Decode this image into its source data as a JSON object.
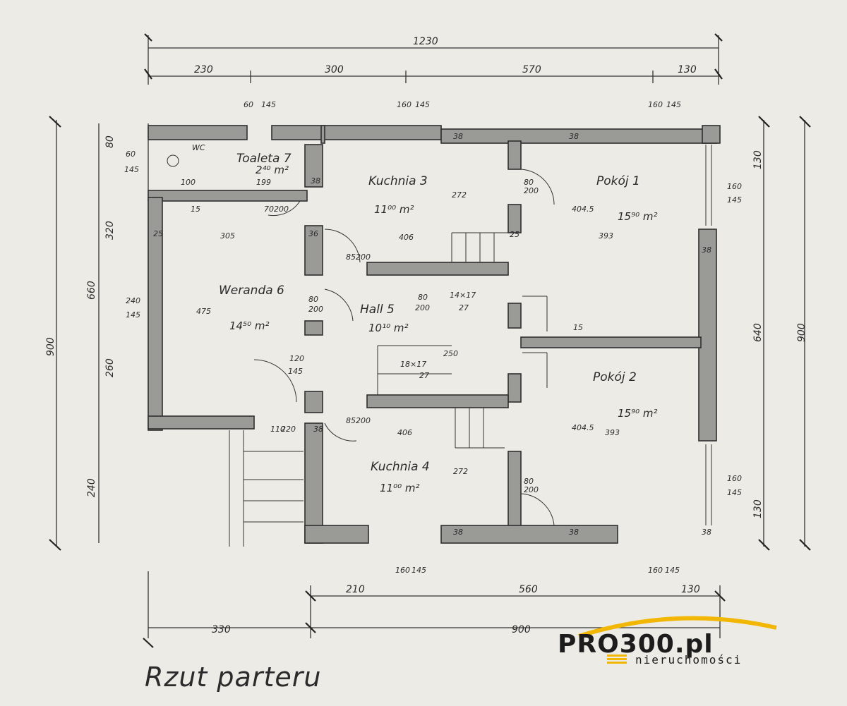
{
  "title": "Rzut parteru",
  "logo": {
    "brand": "PRO300.pl",
    "sub": "nieruchomości",
    "accent": "#f2b705"
  },
  "rooms": [
    {
      "name": "Kuchnia 3",
      "area": "11⁰⁰ m²"
    },
    {
      "name": "Pokój 1",
      "area": "15⁹⁰ m²"
    },
    {
      "name": "Toaleta 7",
      "area": "2⁴⁰ m²"
    },
    {
      "name": "Weranda 6",
      "area": "14⁵⁰ m²"
    },
    {
      "name": "Hall 5",
      "area": "10¹⁰ m²"
    },
    {
      "name": "Pokój 2",
      "area": "15⁹⁰ m²"
    },
    {
      "name": "Kuchnia 4",
      "area": "11⁰⁰ m²"
    },
    {
      "name": "WC",
      "area": ""
    }
  ],
  "dimensions": {
    "top_total": "1230",
    "top_segments": [
      "230",
      "300",
      "570",
      "130"
    ],
    "bottom_total": [
      "330",
      "900"
    ],
    "bottom_segments": [
      "210",
      "560",
      "130"
    ],
    "left_total": "900",
    "left_segments": [
      "80",
      "320",
      "660",
      "260",
      "240"
    ],
    "right_total": "900",
    "right_segments": [
      "130",
      "640",
      "130"
    ],
    "labels": [
      "60",
      "145",
      "160",
      "145",
      "160",
      "145",
      "60",
      "145",
      "160",
      "145",
      "160",
      "145",
      "160",
      "145",
      "160",
      "145",
      "38",
      "38",
      "38",
      "38",
      "38",
      "38",
      "38",
      "38",
      "272",
      "406",
      "404.5",
      "393",
      "305",
      "475",
      "272",
      "406",
      "404.5",
      "393",
      "80",
      "200",
      "85",
      "200",
      "80",
      "200",
      "120",
      "145",
      "85",
      "200",
      "110",
      "220",
      "80",
      "200",
      "70",
      "200",
      "80",
      "200",
      "14×17",
      "27",
      "18×17",
      "27",
      "250",
      "25",
      "15",
      "199",
      "100",
      "240",
      "145",
      "25",
      "36",
      "15"
    ]
  }
}
